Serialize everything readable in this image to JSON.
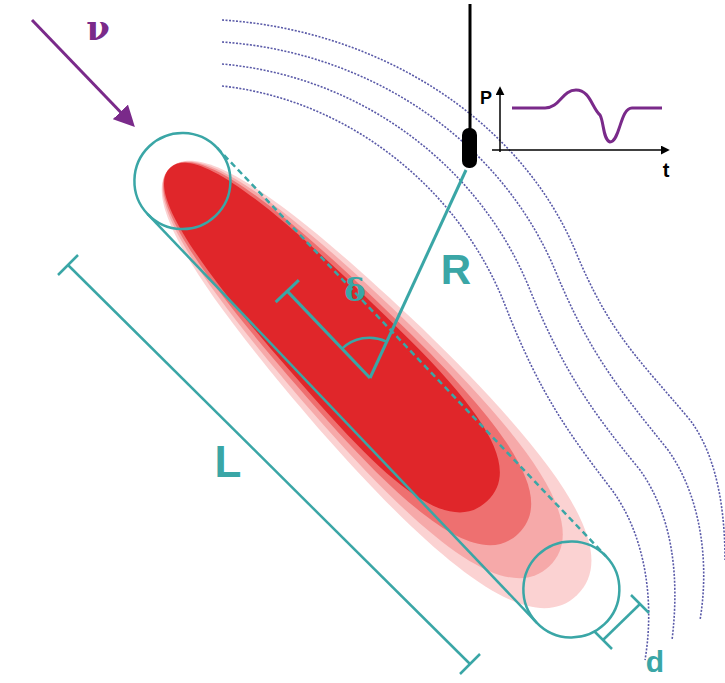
{
  "diagram": {
    "labels": [
      "ν",
      "P",
      "t",
      "R",
      "δ",
      "L",
      "d"
    ]
  }
}
